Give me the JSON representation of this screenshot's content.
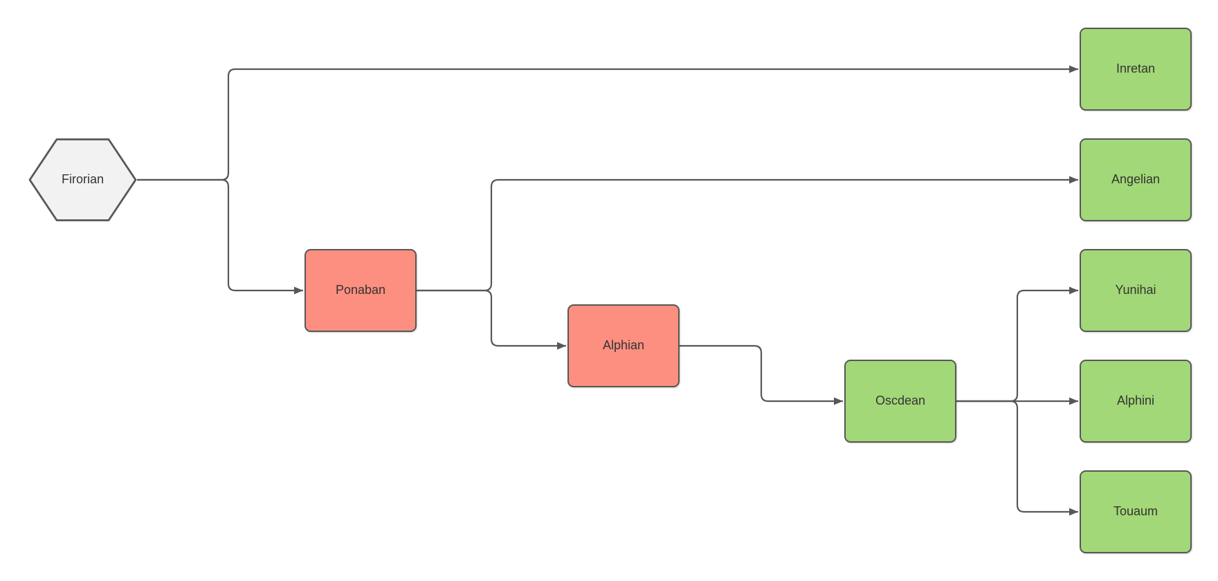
{
  "diagram": {
    "type": "flowchart",
    "nodes": [
      {
        "id": "firorian",
        "label": "Firorian",
        "shape": "hexagon",
        "color": "gray"
      },
      {
        "id": "ponaban",
        "label": "Ponaban",
        "shape": "rect",
        "color": "red"
      },
      {
        "id": "alphian",
        "label": "Alphian",
        "shape": "rect",
        "color": "red"
      },
      {
        "id": "oscdean",
        "label": "Oscdean",
        "shape": "rect",
        "color": "green"
      },
      {
        "id": "inretan",
        "label": "Inretan",
        "shape": "rect",
        "color": "green"
      },
      {
        "id": "angelian",
        "label": "Angelian",
        "shape": "rect",
        "color": "green"
      },
      {
        "id": "yunihai",
        "label": "Yunihai",
        "shape": "rect",
        "color": "green"
      },
      {
        "id": "alphini",
        "label": "Alphini",
        "shape": "rect",
        "color": "green"
      },
      {
        "id": "touaum",
        "label": "Touaum",
        "shape": "rect",
        "color": "green"
      }
    ],
    "edges": [
      {
        "from": "Firorian",
        "to": "Inretan"
      },
      {
        "from": "Firorian",
        "to": "Ponaban"
      },
      {
        "from": "Ponaban",
        "to": "Angelian"
      },
      {
        "from": "Ponaban",
        "to": "Alphian"
      },
      {
        "from": "Alphian",
        "to": "Oscdean"
      },
      {
        "from": "Oscdean",
        "to": "Yunihai"
      },
      {
        "from": "Oscdean",
        "to": "Alphini"
      },
      {
        "from": "Oscdean",
        "to": "Touaum"
      }
    ]
  },
  "colors": {
    "node-red": "#fc8f80",
    "node-green": "#a2d877",
    "node-gray": "#f2f2f2",
    "line": "#575757",
    "text": "#333333",
    "canvas": "#ffffff"
  }
}
